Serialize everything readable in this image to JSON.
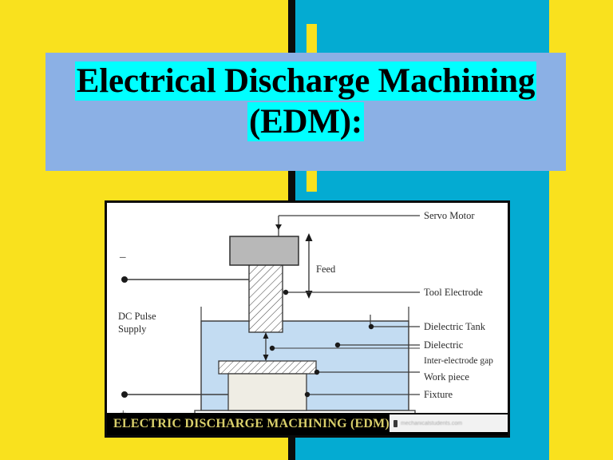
{
  "slide": {
    "title_line1": "Electrical Discharge Machining",
    "title_line2": "(EDM):",
    "colors": {
      "background_yellow": "#F9E11E",
      "band_teal": "#04ABD2",
      "rule_black": "#0B0B0B",
      "title_card": "#8BB0E5",
      "title_highlight": "#00FFFF",
      "title_text": "#000000",
      "caption_text": "#D8CE6A",
      "dielectric_fill": "#C3DCF2",
      "electrode_cap": "#B8B8B8",
      "fixture_fill": "#EFEDE4"
    }
  },
  "figure": {
    "caption": "ELECTRIC DISCHARGE MACHINING (EDM)",
    "watermark": "mechanicalstudents.com",
    "labels": {
      "servo_motor": "Servo Motor",
      "feed": "Feed",
      "tool_electrode": "Tool Electrode",
      "dielectric_tank": "Dielectric Tank",
      "dielectric": "Dielectric",
      "inter_electrode_gap": "Inter-electrode gap",
      "work_piece": "Work piece",
      "fixture": "Fixture",
      "dc_pulse_line1": "DC Pulse",
      "dc_pulse_line2": "Supply",
      "terminal_negative": "–",
      "terminal_positive": "+"
    }
  }
}
